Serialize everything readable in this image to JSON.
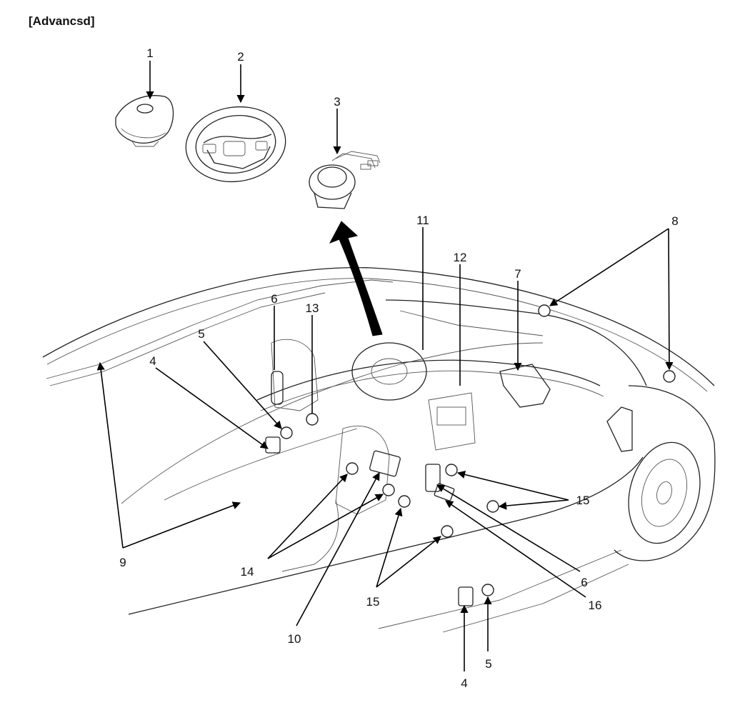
{
  "title": "[Advancsd]",
  "callouts": {
    "c1": "1",
    "c2": "2",
    "c3": "3",
    "c4a": "4",
    "c4b": "4",
    "c5a": "5",
    "c5b": "5",
    "c6a": "6",
    "c6b": "6",
    "c7": "7",
    "c8": "8",
    "c9": "9",
    "c10": "10",
    "c11": "11",
    "c12": "12",
    "c13": "13",
    "c14": "14",
    "c15a": "15",
    "c15b": "15",
    "c16": "16"
  }
}
